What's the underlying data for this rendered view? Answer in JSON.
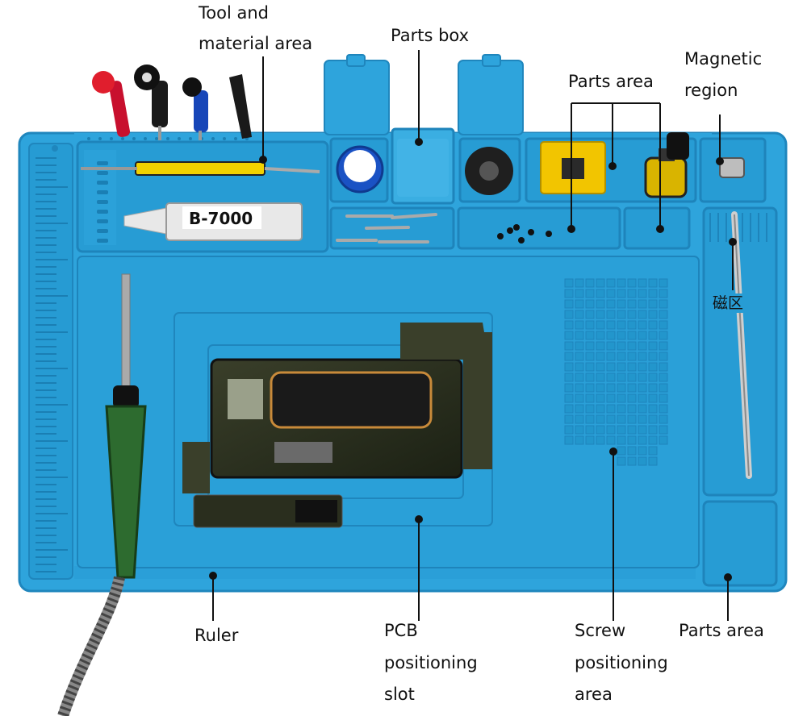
{
  "labels": {
    "tool_material_area": [
      "Tool and",
      "material area"
    ],
    "parts_box": "Parts box",
    "parts_area_top": "Parts area",
    "magnetic_region": [
      "Magnetic",
      "region"
    ],
    "magnetic_cn": "磁区",
    "ruler": "Ruler",
    "pcb_slot": [
      "PCB",
      "positioning",
      "slot"
    ],
    "screw_area": [
      "Screw",
      "positioning",
      "area"
    ],
    "parts_area_bottom": "Parts area"
  },
  "product_text": {
    "glue_tube": "B-7000"
  },
  "colors": {
    "mat": "#2ea4dc",
    "mat_dark": "#1f86bd",
    "mat_light": "#4fb8e8",
    "leader": "#111111"
  },
  "icons": [
    "soldering-iron-icon",
    "screwdriver-icon",
    "spudger-icon",
    "glue-tube-icon",
    "phone-board-icon",
    "flux-bottle-icon",
    "magnetizer-icon",
    "solder-paste-icon"
  ]
}
